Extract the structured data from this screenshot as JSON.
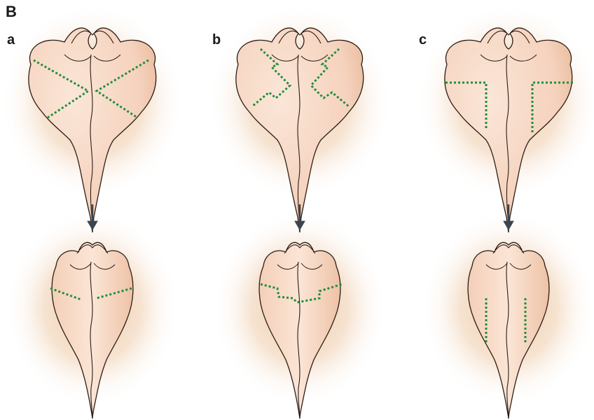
{
  "figure_label": "B",
  "panels": [
    {
      "label": "a"
    },
    {
      "label": "b"
    },
    {
      "label": "c"
    }
  ],
  "colors": {
    "skin": "#f6d7c2",
    "skin_shadow": "#e9b89b",
    "halo": "#f1d2b2",
    "outline": "#2b1d16",
    "incision": "#1f8f3a",
    "arrow": "#3b4550"
  },
  "icons": [
    "arrow-down-icon"
  ]
}
